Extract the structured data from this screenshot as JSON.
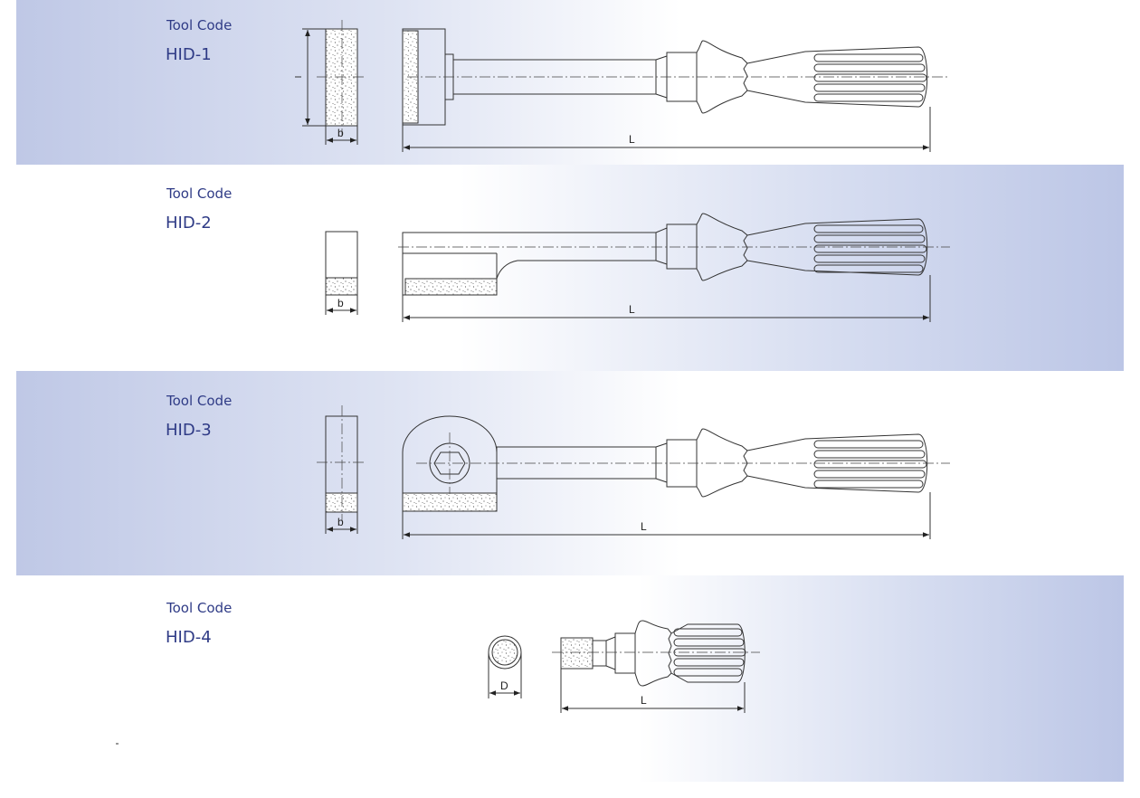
{
  "sections": [
    {
      "tool_label": "Tool Code",
      "code": "HID-1",
      "dims": {
        "l": "l",
        "b": "b",
        "L": "L"
      }
    },
    {
      "tool_label": "Tool Code",
      "code": "HID-2",
      "dims": {
        "b": "b",
        "L": "L"
      }
    },
    {
      "tool_label": "Tool Code",
      "code": "HID-3",
      "dims": {
        "b": "b",
        "L": "L"
      }
    },
    {
      "tool_label": "Tool Code",
      "code": "HID-4",
      "dims": {
        "D": "D",
        "L": "L"
      }
    }
  ],
  "colors": {
    "band_blue": "#bcc6e6",
    "label_blue": "#2f3b86",
    "line": "#333333"
  }
}
